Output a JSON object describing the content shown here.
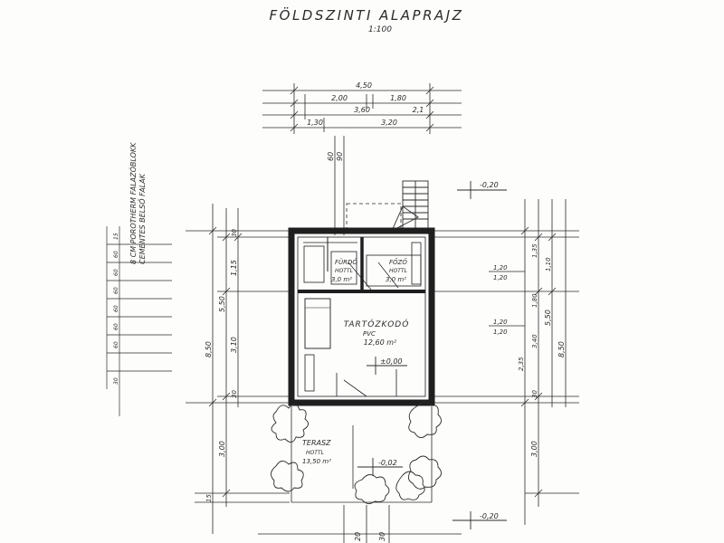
{
  "drawing": {
    "title": "FÖLDSZINTI ALAPRAJZ",
    "scale": "1:100"
  },
  "side_note": {
    "line1": "8 CM POROTHERM FALAZÓBLOKK",
    "line2": "CEMENTES BELSŐ FALAK"
  },
  "top_dims": {
    "total": "4,50",
    "row1_a": "2,00",
    "row1_b": "1,80",
    "row2_a": "3,60",
    "row2_b": "2,1",
    "row3_a": "1,30",
    "row3_b": "3,20",
    "vert_a": "60",
    "vert_b": "90"
  },
  "levels": {
    "top": "-0,20",
    "floor": "±0,00",
    "terrace": "-0,02",
    "bottom": "-0,20"
  },
  "rooms": [
    {
      "name": "FÜRDŐ",
      "sub": "HOTTL",
      "area": "3,0 m²"
    },
    {
      "name": "FŐZŐ",
      "sub": "HOTTL",
      "area": "3,0 m²"
    },
    {
      "name": "TARTÓZKODÓ",
      "sub": "PVC",
      "area": "12,60 m²"
    },
    {
      "name": "TERASZ",
      "sub": "HOTTL",
      "area": "13,50 m²"
    }
  ],
  "left_dims": {
    "total": "8,50",
    "mid": "5,50",
    "upper": "1,15",
    "lower": "3,10",
    "top_small": "30",
    "bottom_small": "30",
    "terrace": "3,00",
    "edge": "15",
    "stack": [
      "15",
      "60",
      "60",
      "60",
      "60",
      "60",
      "60",
      "30"
    ]
  },
  "right_dims": {
    "total": "8,50",
    "mid": "5,50",
    "a": "1,35",
    "b": "1,10",
    "c": "1,80",
    "d": "3,40",
    "e": "2,35",
    "f": "30",
    "terrace": "3,00",
    "win1_top": "1,20",
    "win1_bot": "1,20",
    "win2_top": "1,20",
    "win2_bot": "1,20"
  },
  "bottom_dims": {
    "a": "20",
    "b": "30"
  }
}
